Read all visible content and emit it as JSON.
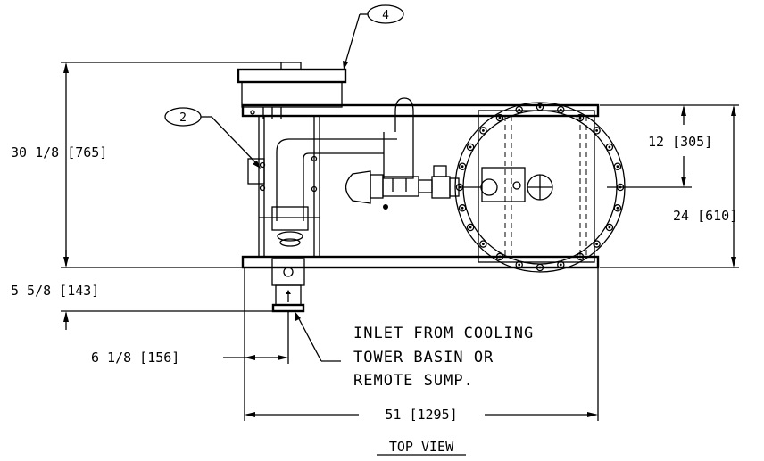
{
  "drawing": {
    "view_title": "TOP VIEW",
    "dimensions": {
      "overall_depth": "30 1/8 [765]",
      "inlet_offset": "5 5/8 [143]",
      "inlet_from_edge": "6 1/8 [156]",
      "overall_width": "51 [1295]",
      "frame_depth": "24 [610]",
      "center_offset": "12 [305]"
    },
    "callouts": [
      "4",
      "2"
    ],
    "note_lines": [
      "INLET FROM COOLING",
      "TOWER BASIN OR",
      "REMOTE SUMP."
    ]
  }
}
